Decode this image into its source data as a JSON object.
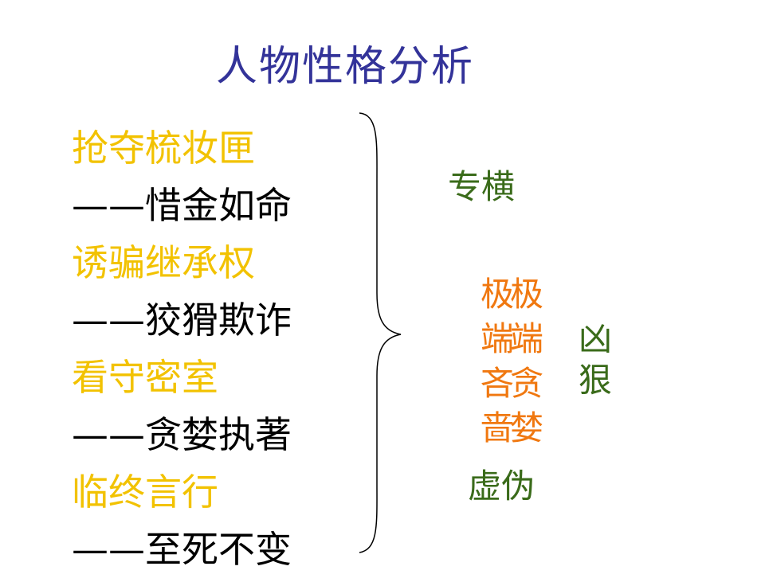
{
  "title": "人物性格分析",
  "left_items": [
    {
      "event": "抢夺梳妆匣",
      "trait": "——惜金如命"
    },
    {
      "event": "诱骗继承权",
      "trait": "——狡猾欺诈"
    },
    {
      "event": "看守密室",
      "trait": "——贪婪执著"
    },
    {
      "event": "临终言行",
      "trait": "——至死不变"
    }
  ],
  "right": {
    "top_label": "专横",
    "orange_lines_a": [
      "极",
      "端",
      "吝",
      "啬"
    ],
    "orange_lines_b": [
      "极",
      "端",
      "贪",
      "婪"
    ],
    "green_lines": [
      "凶",
      "狠"
    ],
    "bottom_label": "虚伪"
  },
  "colors": {
    "title": "#333399",
    "event": "#f2c200",
    "trait": "#000000",
    "green": "#3a6b1a",
    "orange": "#f07810"
  }
}
